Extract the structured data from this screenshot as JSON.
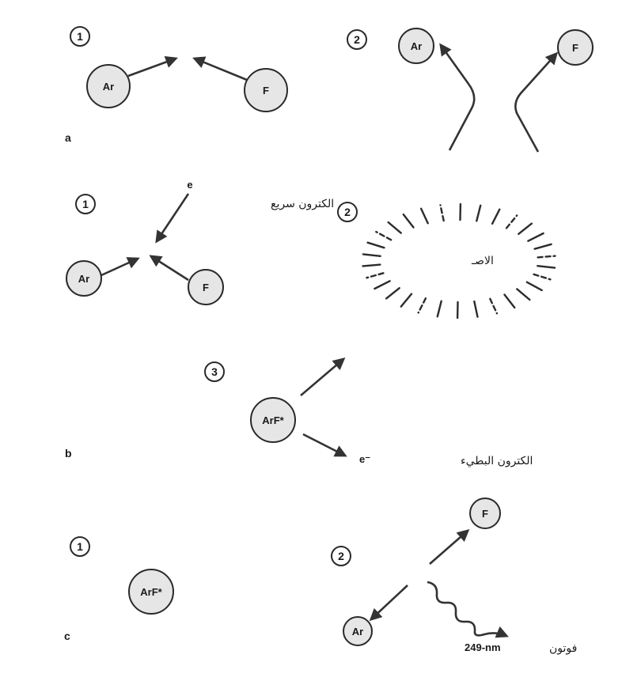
{
  "panels": {
    "a": {
      "label": "a",
      "step1": {
        "number": "1",
        "atoms": [
          "Ar",
          "F"
        ]
      },
      "step2": {
        "number": "2",
        "atoms": [
          "Ar",
          "F"
        ]
      }
    },
    "b": {
      "label": "b",
      "step1": {
        "number": "1",
        "atoms": [
          "Ar",
          "F"
        ],
        "electron_symbol": "e",
        "electron_text": "الكترون سريع"
      },
      "step2": {
        "number": "2",
        "text": "الاصـ"
      },
      "step3": {
        "number": "3",
        "molecule": "ArF*",
        "electron_symbol": "e⁻",
        "electron_text": "الكترون البطيء"
      }
    },
    "c": {
      "label": "c",
      "step1": {
        "number": "1",
        "molecule": "ArF*"
      },
      "step2": {
        "number": "2",
        "atoms": [
          "Ar",
          "F"
        ],
        "photon_value": "249-nm",
        "photon_text": "فوتون"
      }
    }
  },
  "colors": {
    "atom_fill": "#e6e6e6",
    "stroke": "#2a2a2a",
    "background": "#ffffff"
  }
}
